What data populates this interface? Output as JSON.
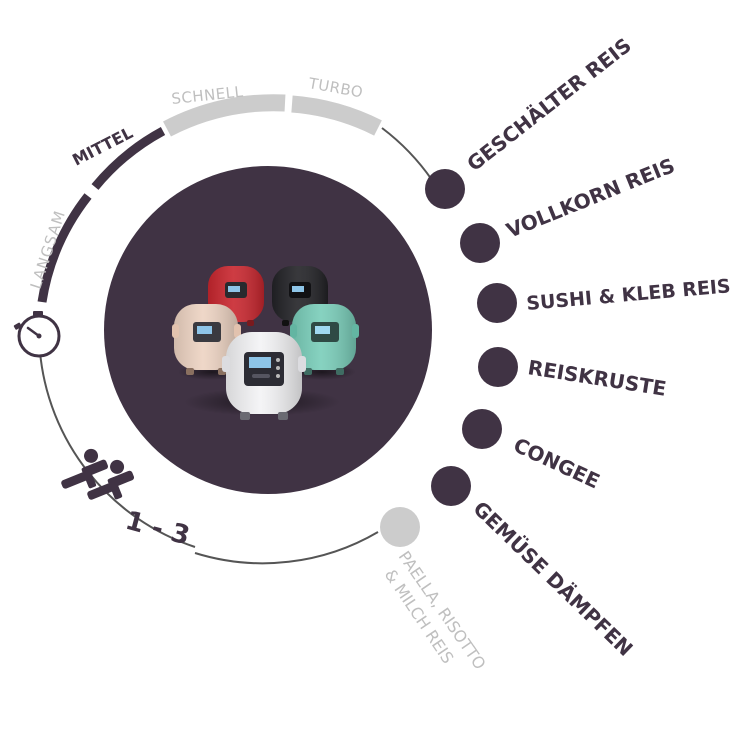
{
  "colors": {
    "primary": "#403344",
    "inactive": "#cccccc",
    "inactive_text": "#bfbfbf",
    "line": "#555555",
    "background": "#ffffff"
  },
  "speed": {
    "langsam": "LANGSAM",
    "mittel": "MITTEL",
    "schnell": "SCHNELL",
    "turbo": "TURBO",
    "icon": "stopwatch-icon"
  },
  "persons": {
    "label": "1 - 3",
    "icon": "people-icon"
  },
  "programs": [
    {
      "label": "GESCHÄLTER REIS",
      "active": true
    },
    {
      "label": "VOLLKORN REIS",
      "active": true
    },
    {
      "label": "SUSHI & KLEB REIS",
      "active": true
    },
    {
      "label": "REISKRUSTE",
      "active": true
    },
    {
      "label": "CONGEE",
      "active": true
    },
    {
      "label": "GEMÜSE DÄMPFEN",
      "active": true
    }
  ],
  "inactive_program": {
    "line1": "PAELLA, RISOTTO",
    "line2": "& MILCH REIS"
  },
  "product": {
    "image": "rice-cookers-image",
    "cooker_colors": [
      "#c8262e",
      "#222226",
      "#edd3c2",
      "#79cdb9",
      "#f3f3f5"
    ]
  }
}
